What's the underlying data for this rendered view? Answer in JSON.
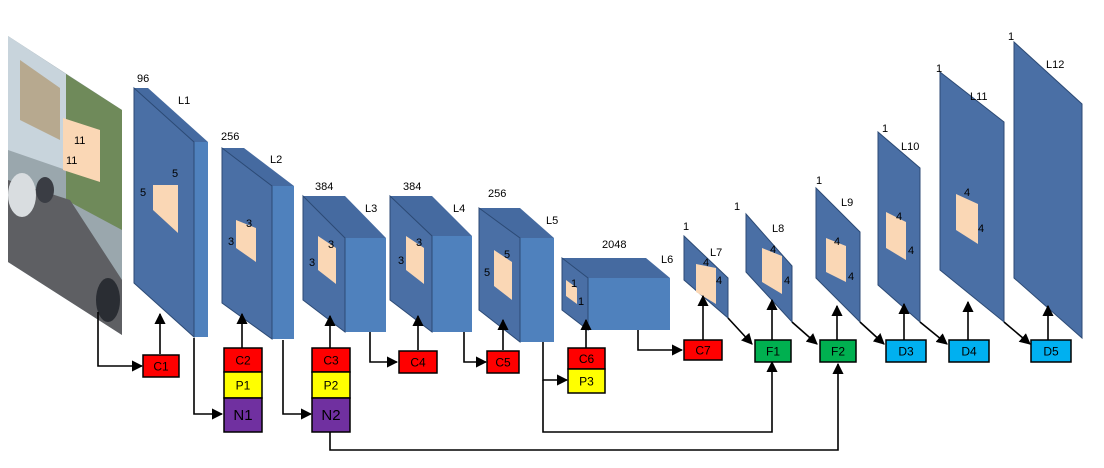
{
  "colors": {
    "layer_front": "#4a6fa5",
    "layer_side": "#4f81bd",
    "layer_top": "#456aa0",
    "patch": "#fad7b5",
    "conv": "#ff0000",
    "pool": "#ffff00",
    "norm": "#7030a0",
    "fc": "#00b050",
    "deconv": "#00b0f0"
  },
  "input_image": {
    "kernel_w": "11",
    "kernel_h": "11"
  },
  "layers": {
    "L1": {
      "name": "L1",
      "depth": "96",
      "kernel_w": "5",
      "kernel_h": "5"
    },
    "L2": {
      "name": "L2",
      "depth": "256",
      "kernel_w": "3",
      "kernel_h": "3"
    },
    "L3": {
      "name": "L3",
      "depth": "384",
      "kernel_w": "3",
      "kernel_h": "3"
    },
    "L4": {
      "name": "L4",
      "depth": "384",
      "kernel_w": "3",
      "kernel_h": "3"
    },
    "L5": {
      "name": "L5",
      "depth": "256",
      "kernel_w": "5",
      "kernel_h": "5"
    },
    "L6": {
      "name": "L6",
      "depth": "2048",
      "kernel_w": "1",
      "kernel_h": "1"
    },
    "L7": {
      "name": "L7",
      "depth": "1",
      "kernel_w": "4",
      "kernel_h": "4"
    },
    "L8": {
      "name": "L8",
      "depth": "1",
      "kernel_w": "4",
      "kernel_h": "4"
    },
    "L9": {
      "name": "L9",
      "depth": "1",
      "kernel_w": "4",
      "kernel_h": "4"
    },
    "L10": {
      "name": "L10",
      "depth": "1",
      "kernel_w": "4",
      "kernel_h": "4"
    },
    "L11": {
      "name": "L11",
      "depth": "1",
      "kernel_w": "4",
      "kernel_h": "4"
    },
    "L12": {
      "name": "L12",
      "depth": "1"
    }
  },
  "ops": {
    "C1": "C1",
    "C2": "C2",
    "C3": "C3",
    "C4": "C4",
    "C5": "C5",
    "C6": "C6",
    "C7": "C7",
    "P1": "P1",
    "P2": "P2",
    "P3": "P3",
    "N1": "N1",
    "N2": "N2",
    "F1": "F1",
    "F2": "F2",
    "D3": "D3",
    "D4": "D4",
    "D5": "D5"
  }
}
